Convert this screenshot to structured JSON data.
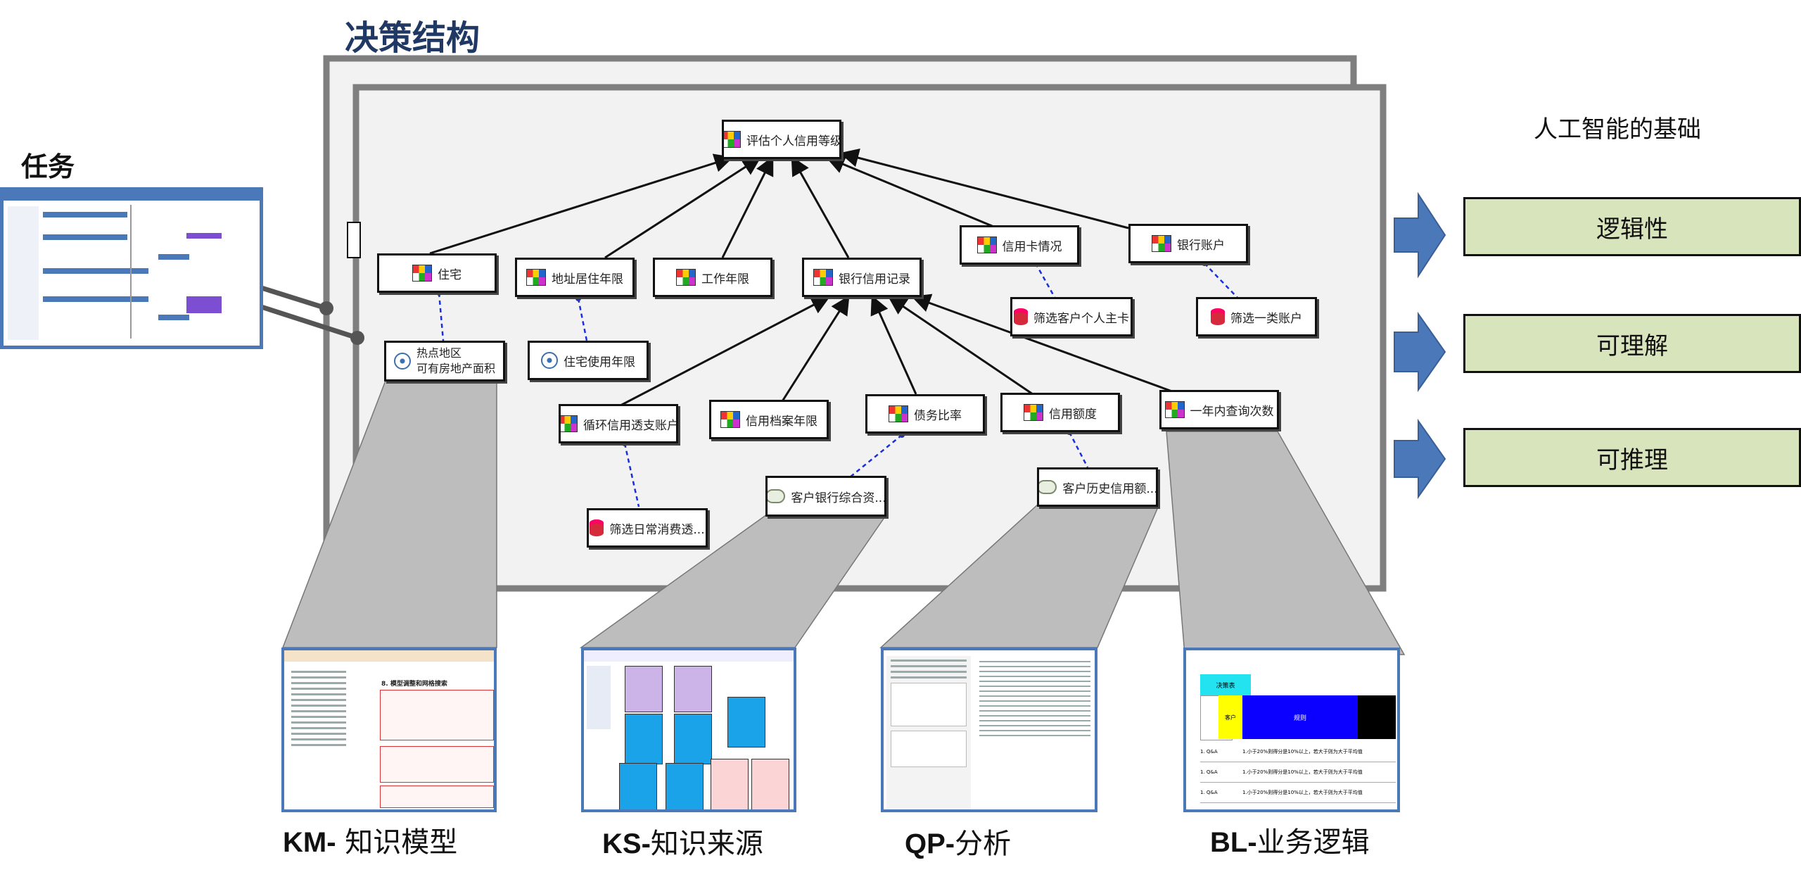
{
  "title": "决策结构",
  "task_label": "任务",
  "foundation_title": "人工智能的基础",
  "qualities": [
    "逻辑性",
    "可理解",
    "可推理"
  ],
  "nodes": {
    "root": "评估个人信用等级",
    "housing": "住宅",
    "address_years": "地址居住年限",
    "work_years": "工作年限",
    "bank_credit": "银行信用记录",
    "credit_card": "信用卡情况",
    "bank_account": "银行账户",
    "hot_area_line1": "热点地区",
    "hot_area_line2": "可有房地产面积",
    "house_years": "住宅使用年限",
    "filter_personal_card": "筛选客户个人主卡",
    "filter_class_account": "筛选一类账户",
    "revolving": "循环信用透支账户",
    "credit_file_years": "信用档案年限",
    "debt_ratio": "债务比率",
    "credit_limit": "信用额度",
    "inquiries": "一年内查询次数",
    "customer_bank_summary": "客户银行综合资...",
    "customer_history": "客户历史信用额...",
    "filter_daily": "筛选日常消费透..."
  },
  "captions": [
    {
      "abbr": "KM-",
      "text": " 知识模型"
    },
    {
      "abbr": "KS-",
      "text": "知识来源"
    },
    {
      "abbr": "QP-",
      "text": "分析"
    },
    {
      "abbr": "BL-",
      "text": "业务逻辑"
    }
  ],
  "thumb_texts": {
    "km_heading": "8. 模型调整和网格搜索",
    "bl_header1": "决策表",
    "bl_header2": "客户",
    "bl_header3": "规则",
    "bl_row_label": "1. Q&A",
    "bl_row_text": "1.小于20%则得分是10%以上，若大于则为大于平均值"
  },
  "colors": {
    "heading": "#1f3864",
    "panel_border": "#7f7f7f",
    "panel_fill": "#f2f2f2",
    "quality_fill": "#d8e4bc",
    "arrow_fill": "#4a78b8",
    "thumb_border": "#4a78b8"
  }
}
